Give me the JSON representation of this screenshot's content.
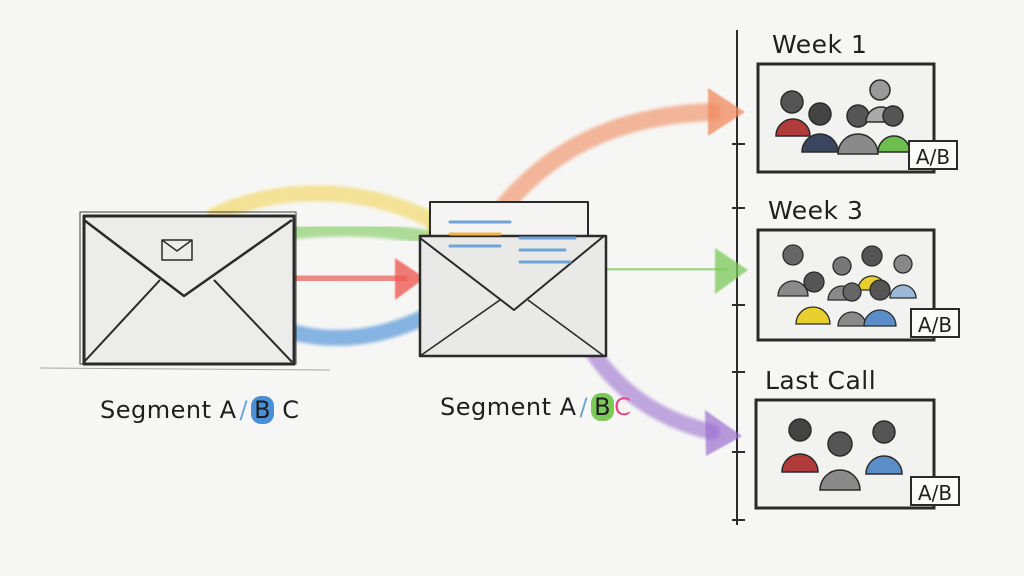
{
  "segments": [
    {
      "prefix": "Segment A",
      "separator": "/",
      "letter_b": "B",
      "letter_c": "C",
      "highlight_b": "#4a90d9",
      "highlight_c": "none"
    },
    {
      "prefix": "Segment A",
      "separator": "/",
      "letter_b": "B",
      "letter_c": "C",
      "highlight_b": "#7cc95a",
      "highlight_c": "#e84a8a"
    }
  ],
  "stages": [
    {
      "label": "Week 1",
      "badge": "A/B"
    },
    {
      "label": "Week 3",
      "badge": "A/B"
    },
    {
      "label": "Last Call",
      "badge": "A/B"
    }
  ],
  "colors": {
    "arrow_orange": "#f08a5d",
    "arrow_yellow": "#f2d24a",
    "arrow_green": "#7cc95a",
    "arrow_red": "#ee5a52",
    "arrow_blue": "#4a90d9",
    "arrow_purple": "#9b6fd0",
    "person_red": "#b23a3a",
    "person_navy": "#3a4660",
    "person_green": "#6cbf4e",
    "person_yellow": "#e8cf2e",
    "person_blue": "#5b8ec9",
    "person_gray": "#8a8a8a"
  },
  "icons": [
    "envelope-icon",
    "envelope-icon",
    "person-icon",
    "arrow-icon"
  ]
}
